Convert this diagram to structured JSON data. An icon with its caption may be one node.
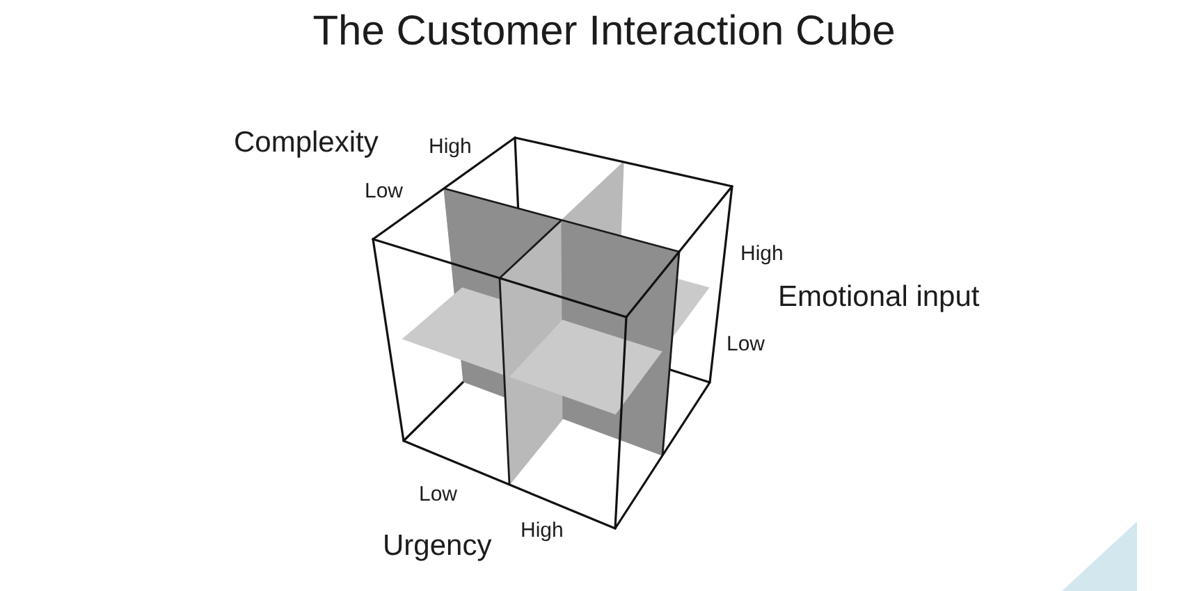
{
  "diagram": {
    "title": "The Customer Interaction Cube",
    "labels": [
      "Complexity",
      "High",
      "Low",
      "High",
      "Emotional input",
      "Low",
      "Low",
      "Urgency",
      "High"
    ]
  }
}
